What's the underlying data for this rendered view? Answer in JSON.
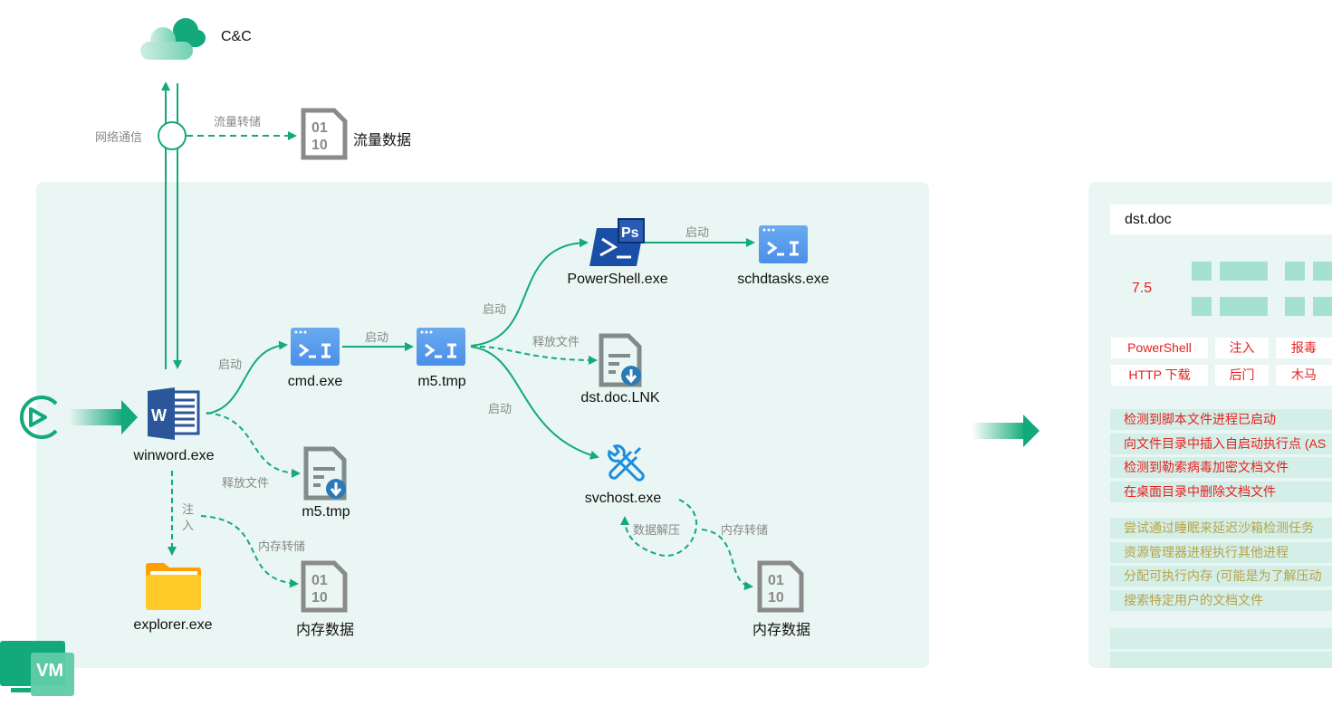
{
  "cnc": {
    "label": "C&C",
    "icon": "cloud-icon"
  },
  "network": {
    "label": "网络通信",
    "dump_label": "流量转储",
    "traffic_data": "流量数据"
  },
  "vm": {
    "badge": "VM"
  },
  "nodes": {
    "winword": "winword.exe",
    "cmd": "cmd.exe",
    "m5_proc": "m5.tmp",
    "m5_file": "m5.tmp",
    "powershell": "PowerShell.exe",
    "schdtasks": "schdtasks.exe",
    "dstlnk": "dst.doc.LNK",
    "svchost": "svchost.exe",
    "explorer": "explorer.exe",
    "mem1": "内存数据",
    "mem2": "内存数据"
  },
  "edges": {
    "start": "启动",
    "release": "释放文件",
    "inject_1": "注",
    "inject_2": "入",
    "memdump": "内存转储",
    "decompress": "数据解压"
  },
  "report": {
    "title": "dst.doc",
    "score": "7.5",
    "score_fraction": 0.75,
    "score_color": "#e62020",
    "tags": [
      "PowerShell",
      "注入",
      "报毒",
      "HTTP 下载",
      "后门",
      "木马"
    ],
    "high_risk": [
      "检测到脚本文件进程已启动",
      "向文件目录中插入自启动执行点 (AS",
      "检测到勒索病毒加密文档文件",
      "在桌面目录中删除文档文件"
    ],
    "medium_risk": [
      "尝试通过睡眠来延迟沙箱检测任务",
      "资源管理器进程执行其他进程",
      "分配可执行内存 (可能是为了解压动",
      "搜索特定用户的文档文件"
    ]
  },
  "colors": {
    "accent": "#13a97a",
    "panel": "#eaf6f3",
    "red": "#e62020",
    "gold": "#b9a24a"
  }
}
